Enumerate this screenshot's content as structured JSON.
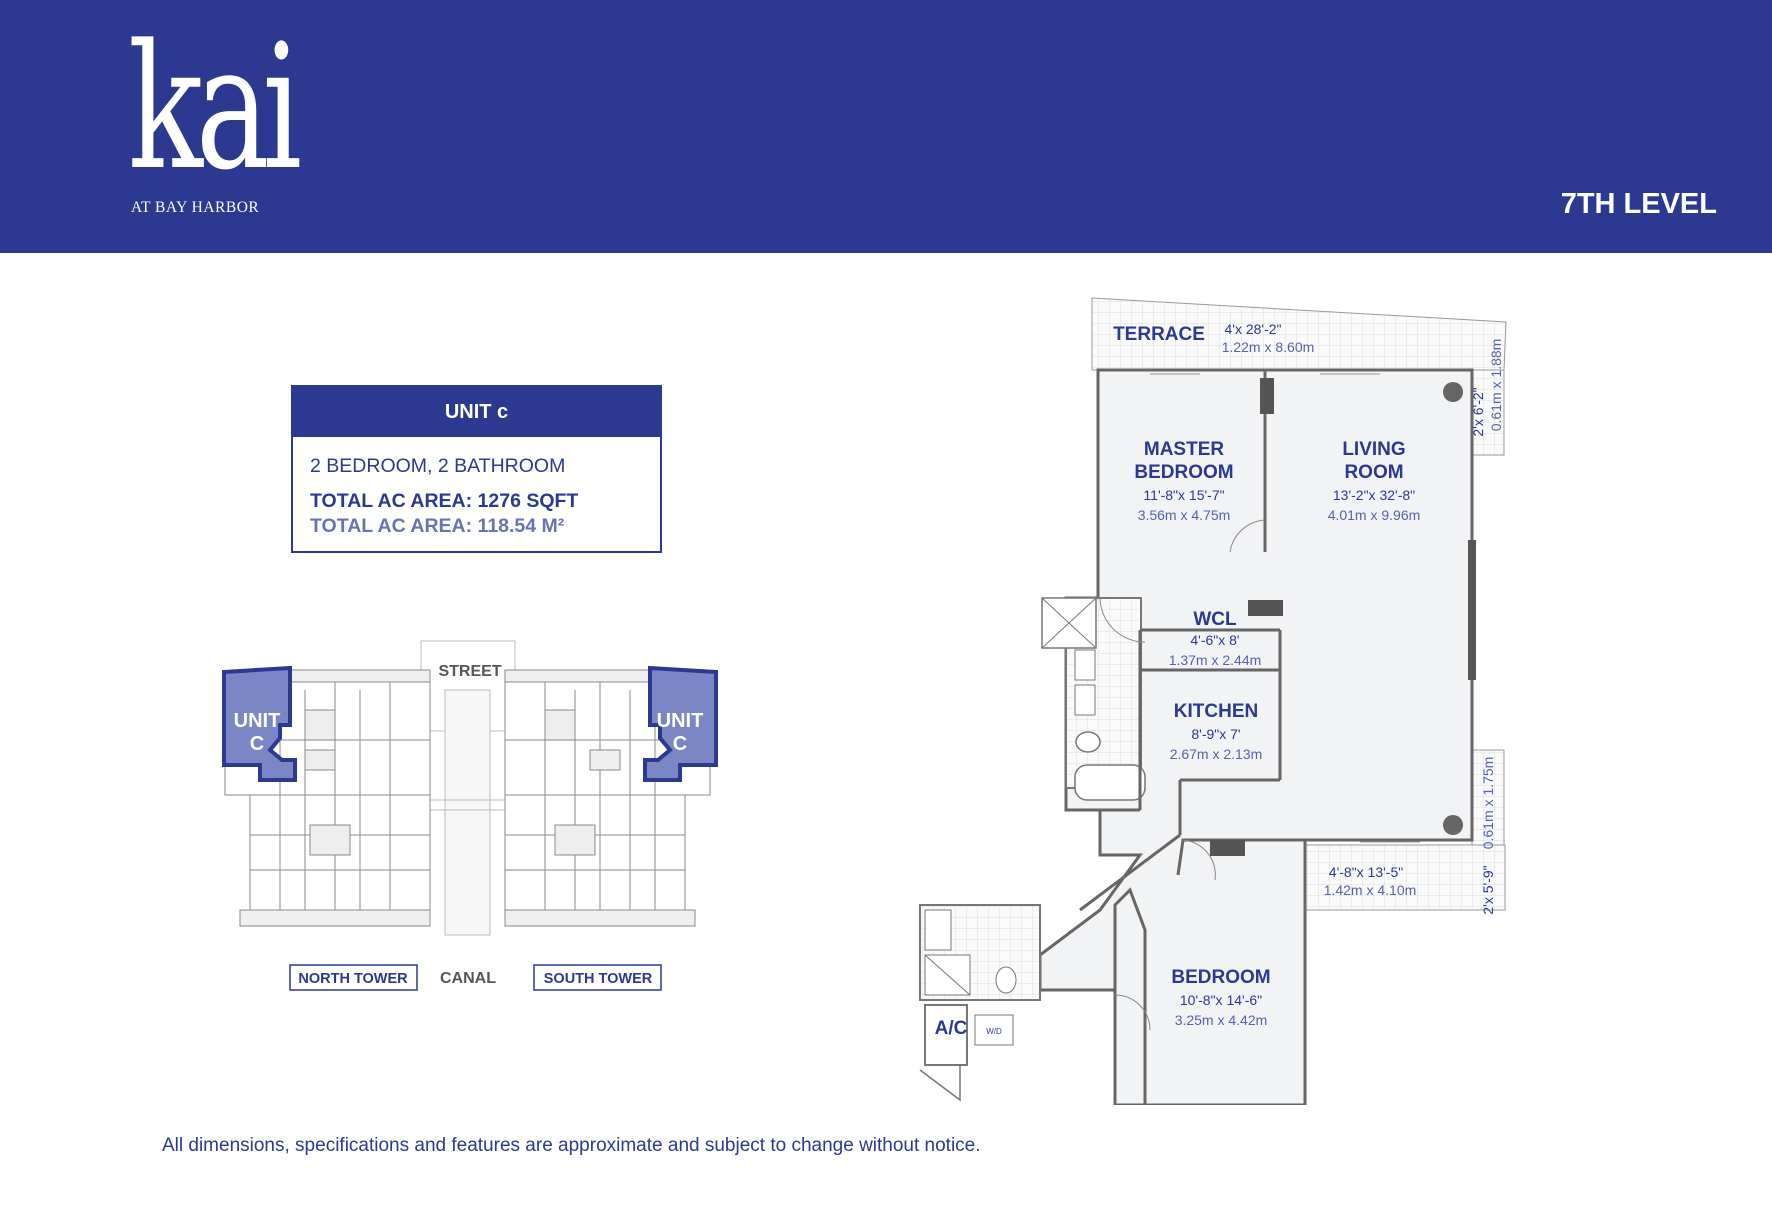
{
  "header": {
    "logo_word": "kai",
    "logo_subtitle": "AT BAY HARBOR",
    "level": "7TH LEVEL",
    "color": "#2b3990"
  },
  "unit_box": {
    "title": "UNIT c",
    "rooms": "2 BEDROOM, 2 BATHROOM",
    "area_sqft": "TOTAL AC AREA: 1276 SQFT",
    "area_m2": "TOTAL AC AREA: 118.54 M²"
  },
  "keyplan": {
    "street": "STREET",
    "canal": "CANAL",
    "north_tower": "NORTH TOWER",
    "south_tower": "SOUTH TOWER",
    "unit_label_1": "UNIT",
    "unit_label_2": "C",
    "highlight_color": "#7b86c4"
  },
  "floorplan": {
    "terrace": {
      "name": "TERRACE",
      "dim_ft": "4'x 28'-2\"",
      "dim_m": "1.22m x 8.60m"
    },
    "side_terrace_top": {
      "dim_ft": "2'x 6'-2\"",
      "dim_m": "0.61m x 1.88m"
    },
    "side_terrace_bottom": {
      "dim_ft": "2'x 5'-9\"",
      "dim_m": "0.61m x 1.75m"
    },
    "balcony": {
      "dim_ft": "4'-8\"x 13'-5\"",
      "dim_m": "1.42m x 4.10m"
    },
    "master_bedroom": {
      "name_1": "MASTER",
      "name_2": "BEDROOM",
      "dim_ft": "11'-8\"x 15'-7\"",
      "dim_m": "3.56m x 4.75m"
    },
    "living_room": {
      "name_1": "LIVING",
      "name_2": "ROOM",
      "dim_ft": "13'-2\"x 32'-8\"",
      "dim_m": "4.01m x 9.96m"
    },
    "wcl": {
      "name": "WCL",
      "dim_ft": "4'-6\"x 8'",
      "dim_m": "1.37m x 2.44m"
    },
    "kitchen": {
      "name": "KITCHEN",
      "dim_ft": "8'-9\"x 7'",
      "dim_m": "2.67m x 2.13m"
    },
    "bedroom": {
      "name": "BEDROOM",
      "dim_ft": "10'-8\"x 14'-6\"",
      "dim_m": "3.25m x 4.42m"
    },
    "ac": "A/C",
    "wd": "W/D"
  },
  "disclaimer": "All dimensions, specifications and features are approximate and subject to change without notice."
}
